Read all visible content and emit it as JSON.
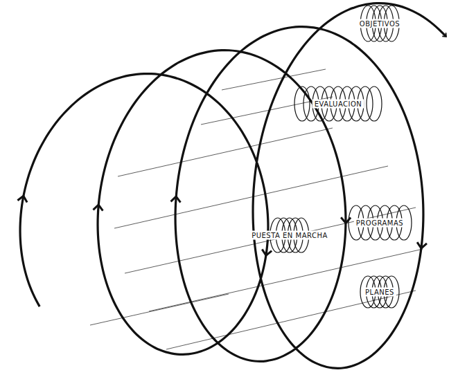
{
  "diagram": {
    "nodes": [
      {
        "text": [
          "OBJETIVOS"
        ]
      },
      {
        "text": [
          "EVALUACION"
        ]
      },
      {
        "text": [
          "PUESTA EN MARCHA"
        ]
      },
      {
        "text": [
          "PROGRAMAS"
        ]
      },
      {
        "text": [
          "PLANES"
        ]
      }
    ]
  }
}
